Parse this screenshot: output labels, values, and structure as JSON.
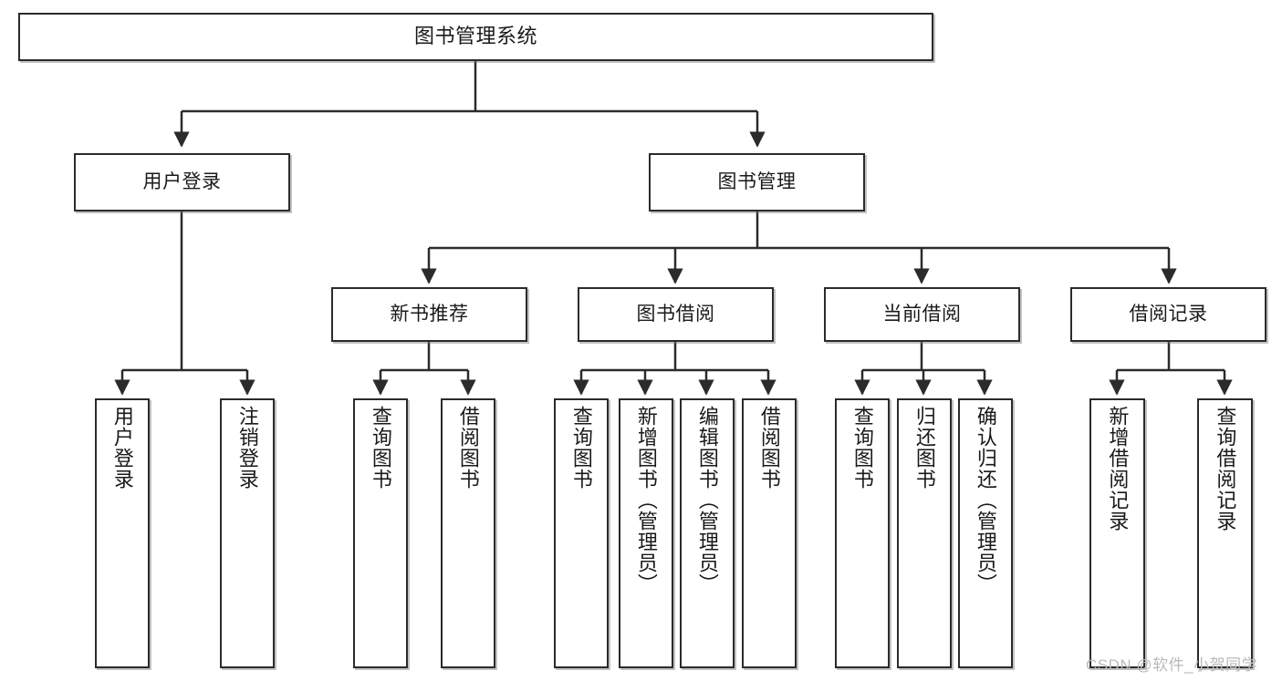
{
  "diagram": {
    "title": "图书管理系统",
    "type": "tree-hierarchy",
    "watermark": "CSDN @软件_小贺同学",
    "colors": {
      "box_border": "#2b2b2b",
      "box_fill": "#ffffff",
      "edge": "#2b2b2b",
      "text": "#1a1a1a",
      "watermark": "#b9b9b9"
    },
    "nodes": {
      "root": {
        "label": "图书管理系统"
      },
      "level1": [
        {
          "label": "用户登录"
        },
        {
          "label": "图书管理"
        }
      ],
      "level2": [
        {
          "label": "新书推荐"
        },
        {
          "label": "图书借阅"
        },
        {
          "label": "当前借阅"
        },
        {
          "label": "借阅记录"
        }
      ],
      "leaves_user_login": [
        {
          "label": "用户登录"
        },
        {
          "label": "注销登录"
        }
      ],
      "leaves_new_book": [
        {
          "label": "查询图书"
        },
        {
          "label": "借阅图书"
        }
      ],
      "leaves_borrow": [
        {
          "label": "查询图书"
        },
        {
          "label": "新增图书（管理员）"
        },
        {
          "label": "编辑图书（管理员）"
        },
        {
          "label": "借阅图书"
        }
      ],
      "leaves_current": [
        {
          "label": "查询图书"
        },
        {
          "label": "归还图书"
        },
        {
          "label": "确认归还（管理员）"
        }
      ],
      "leaves_records": [
        {
          "label": "新增借阅记录"
        },
        {
          "label": "查询借阅记录"
        }
      ]
    }
  }
}
